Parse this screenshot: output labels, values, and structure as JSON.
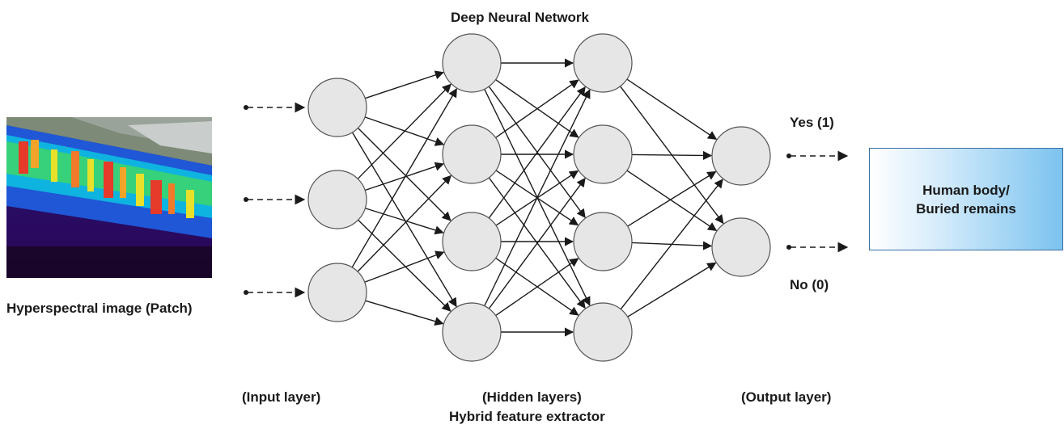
{
  "title": "Deep Neural Network",
  "image_caption": "Hyperspectral image (Patch)",
  "layers": {
    "input_label": "(Input layer)",
    "hidden_label": "(Hidden layers)",
    "hidden_sublabel": "Hybrid feature extractor",
    "output_label": "(Output layer)"
  },
  "outputs": {
    "yes": "Yes (1)",
    "no": "No (0)"
  },
  "result_box": {
    "line1": "Human body/",
    "line2": "Buried remains"
  },
  "network": {
    "input_nodes": 3,
    "hidden_layer1_nodes": 4,
    "hidden_layer2_nodes": 4,
    "output_nodes": 2
  },
  "colors": {
    "node_fill": "#e6e6e6",
    "node_stroke": "#555555",
    "edge": "#1a1a1a",
    "box_accent": "#7cc3ef"
  }
}
